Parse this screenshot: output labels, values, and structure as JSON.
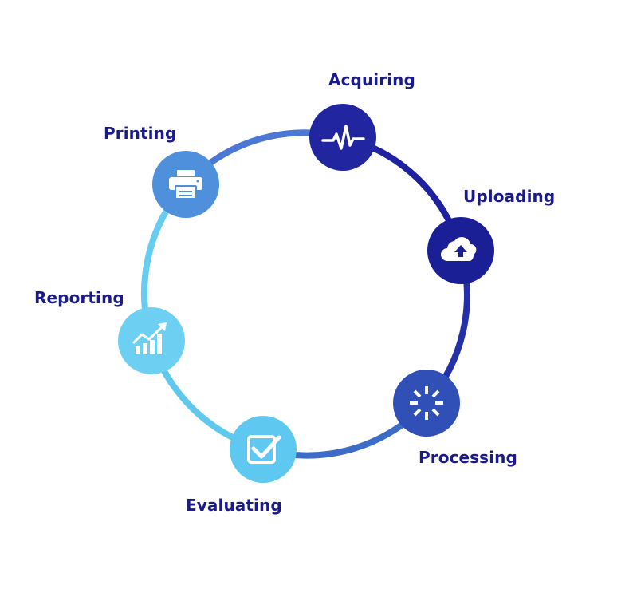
{
  "steps": [
    {
      "label": "Acquiring",
      "icon": "heartbeat-icon"
    },
    {
      "label": "Uploading",
      "icon": "cloud-upload-icon"
    },
    {
      "label": "Processing",
      "icon": "loading-spinner-icon"
    },
    {
      "label": "Evaluating",
      "icon": "checkbox-icon"
    },
    {
      "label": "Reporting",
      "icon": "growth-chart-icon"
    },
    {
      "label": "Printing",
      "icon": "printer-icon"
    }
  ],
  "colors": {
    "label": "#1a1a8c",
    "ring_dark": "#1c1f9a",
    "ring_light": "#5dcdf2",
    "acquiring": "#2125a0",
    "uploading": "#1a1f95",
    "processing": "#3050b8",
    "evaluating": "#5ec8f0",
    "reporting": "#6dd0f2",
    "printing": "#4f90dc"
  }
}
